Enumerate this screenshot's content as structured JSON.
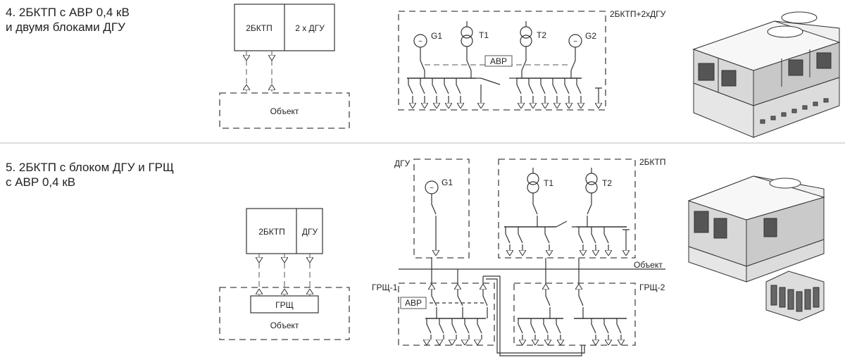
{
  "sections": [
    {
      "title_line1": "4. 2БКТП с АВР 0,4 кВ",
      "title_line2": "и двумя блоками ДГУ",
      "block": {
        "left": "2БКТП",
        "right": "2 х ДГУ",
        "bottom": "Объект"
      },
      "scheme": {
        "frame_label": "2БКТП+2хДГУ",
        "g1": "G1",
        "t1": "T1",
        "t2": "T2",
        "g2": "G2",
        "avr": "АВР"
      }
    },
    {
      "title_line1": "5. 2БКТП с блоком ДГУ и ГРЩ",
      "title_line2": "с АВР 0,4 кВ",
      "block": {
        "left": "2БКТП",
        "right": "ДГУ",
        "middle": "ГРЩ",
        "bottom": "Объект"
      },
      "scheme": {
        "dgu": "ДГУ",
        "g1": "G1",
        "bktp": "2БКТП",
        "t1": "T1",
        "t2": "T2",
        "object": "Объект",
        "grsh1": "ГРЩ-1",
        "grsh2": "ГРЩ-2",
        "avr": "АВР"
      }
    }
  ]
}
